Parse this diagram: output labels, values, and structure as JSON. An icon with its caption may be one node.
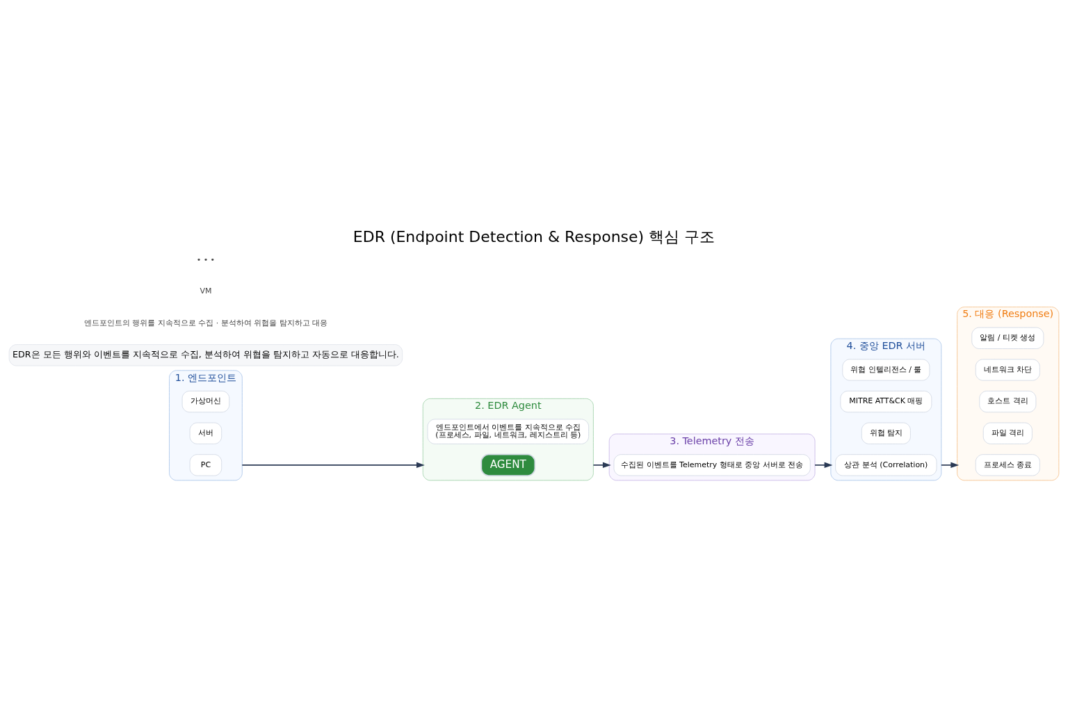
{
  "diagram": {
    "title": "EDR (Endpoint Detection & Response) 핵심 구조",
    "nodes": [
      {
        "text": [
          "1. 엔드포인트"
        ]
      },
      {
        "text": [
          "PC"
        ],
        "in": 0
      },
      {
        "text": [
          "서버"
        ],
        "in": 0
      },
      {
        "text": [
          "가상머신"
        ],
        "in": 0
      },
      {
        "text": [
          "2. EDR Agent"
        ]
      },
      {
        "text": [
          "AGENT"
        ],
        "in": 4
      },
      {
        "text": [
          "엔드포인트에서 이벤트를 지속적으로 수집",
          "(프로세스, 파일, 네트워크, 레지스트리 등)"
        ],
        "in": 4
      },
      {
        "text": [
          "3. Telemetry 전송"
        ]
      },
      {
        "text": [
          "수집된 이벤트를 Telemetry 형태로 중앙 서버로 전송"
        ],
        "in": 7
      },
      {
        "text": [
          "4. 중앙 EDR 서버"
        ]
      },
      {
        "text": [
          "상관 분석 (Correlation)"
        ],
        "in": 9
      },
      {
        "text": [
          "위협 탐지"
        ],
        "in": 9
      },
      {
        "text": [
          "MITRE ATT&CK 매핑"
        ],
        "in": 9
      },
      {
        "text": [
          "위협 인텔리전스 / 룰"
        ],
        "in": 9
      },
      {
        "text": [
          "5. 대응 (Response)"
        ]
      },
      {
        "text": [
          "프로세스 종료"
        ],
        "in": 14
      },
      {
        "text": [
          "파일 격리"
        ],
        "in": 14
      },
      {
        "text": [
          "호스트 격리"
        ],
        "in": 14
      },
      {
        "text": [
          "네트워크 차단"
        ],
        "in": 14
      },
      {
        "text": [
          "알림 / 티켓 생성"
        ],
        "in": 14
      },
      {
        "text": [
          "EDR은 모든 행위와 이벤트를 지속적으로 수집, 분석하여 위협을 탐지하고 자동으로 대응합니다."
        ]
      }
    ],
    "edges": [
      {
        "from": 0,
        "to": 4,
        "arrow": "to"
      },
      {
        "from": 4,
        "to": 7,
        "arrow": "to"
      },
      {
        "from": 7,
        "to": 9,
        "arrow": "to"
      },
      {
        "from": 9,
        "to": 14,
        "arrow": "to"
      }
    ],
    "labels": [
      "엔드포인트의 행위를 지속적으로 수집 · 분석하여 위협을 탐지하고 대응",
      "VM",
      "• • •"
    ]
  }
}
